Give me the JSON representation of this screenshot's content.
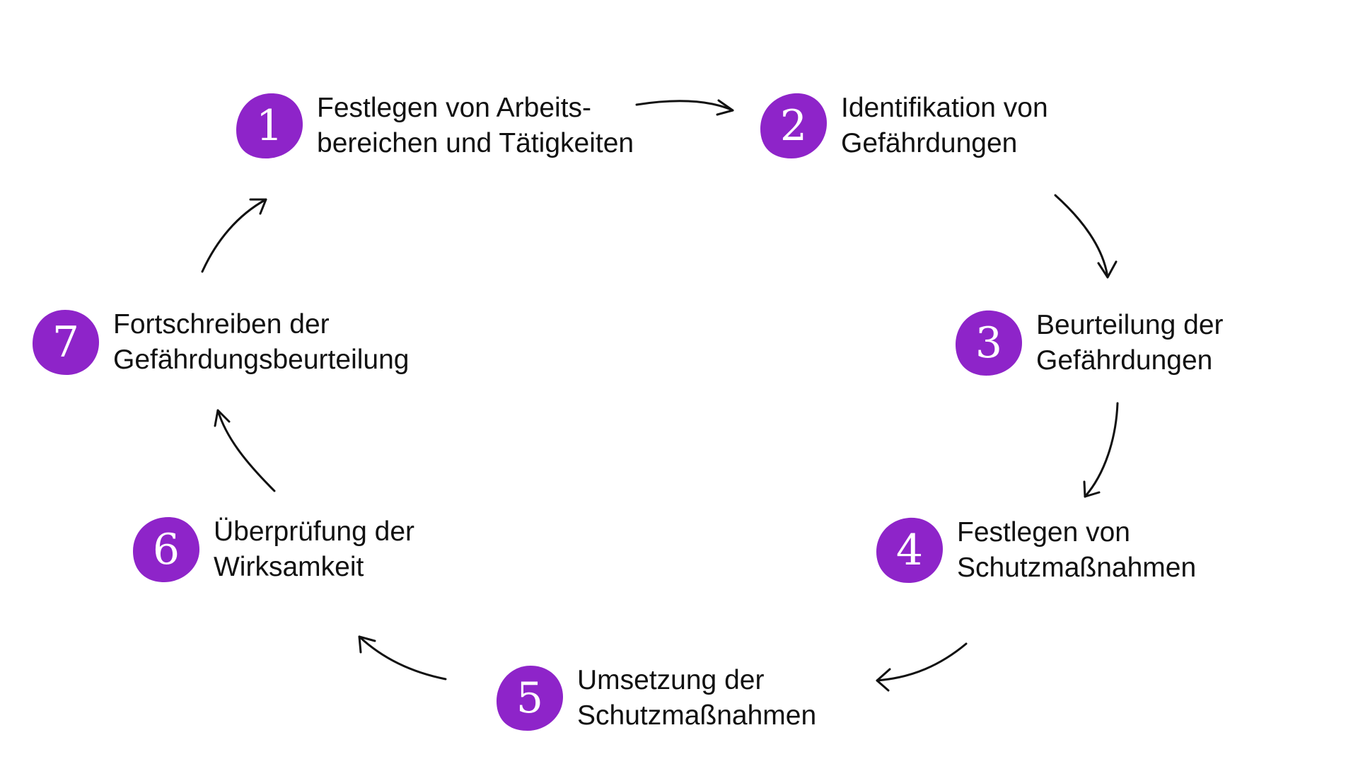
{
  "colors": {
    "accent": "#8e24c9",
    "text": "#111111",
    "background": "#ffffff"
  },
  "steps": [
    {
      "number": "1",
      "line1": "Festlegen von Arbeits-",
      "line2": "bereichen und Tätigkeiten"
    },
    {
      "number": "2",
      "line1": "Identifikation von",
      "line2": "Gefährdungen"
    },
    {
      "number": "3",
      "line1": "Beurteilung der",
      "line2": "Gefährdungen"
    },
    {
      "number": "4",
      "line1": "Festlegen von",
      "line2": "Schutzmaßnahmen"
    },
    {
      "number": "5",
      "line1": "Umsetzung der",
      "line2": "Schutzmaßnahmen"
    },
    {
      "number": "6",
      "line1": "Überprüfung der",
      "line2": "Wirksamkeit"
    },
    {
      "number": "7",
      "line1": "Fortschreiben der",
      "line2": "Gefährdungsbeurteilung"
    }
  ]
}
